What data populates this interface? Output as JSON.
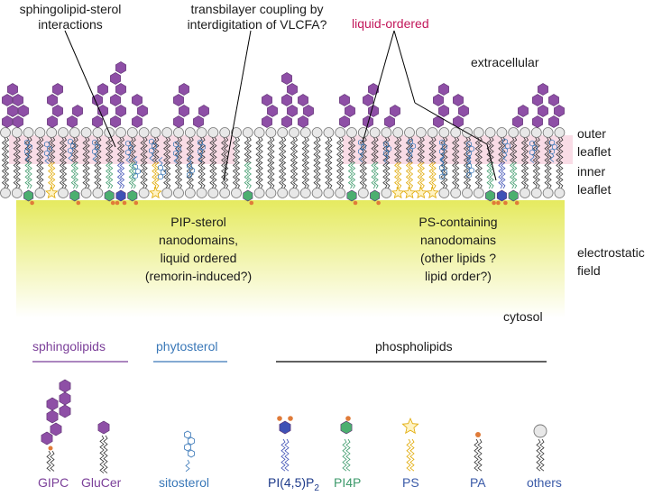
{
  "annotations": {
    "sphingolipid_sterol": "sphingolipid-sterol\ninteractions",
    "transbilayer": "transbilayer coupling by\ninterdigitation of VLCFA?",
    "liquid_ordered": "liquid-ordered",
    "extracellular": "extracellular",
    "outer_leaflet": "outer\nleaflet",
    "inner_leaflet": "inner\nleaflet",
    "pip_sterol": "PIP-sterol\nnanodomains,\nliquid ordered\n(remorin-induced?)",
    "ps_containing": "PS-containing\nnanodomains\n(other lipids ?\nlipid order?)",
    "electrostatic": "electrostatic\nfield",
    "cytosol": "cytosol"
  },
  "legend": {
    "sphingolipids": "sphingolipids",
    "phytosterol": "phytosterol",
    "phospholipids": "phospholipids",
    "items": {
      "gipc": "GIPC",
      "glucer": "GluCer",
      "sitosterol": "sitosterol",
      "pi45p2_main": "PI(4,5)P",
      "pi45p2_sub": "2",
      "pi4p": "PI4P",
      "ps": "PS",
      "pa": "PA",
      "others": "others"
    }
  },
  "colors": {
    "sugar": "#8e4fa6",
    "headgroup": "#e0e0e0",
    "phosphate": "#e07b39",
    "pi4p": "#4caf70",
    "pi45p2": "#3f51b5",
    "ps": "#f5c542",
    "sterol": "#3a78b8",
    "field": "#e8ec6a",
    "raft": "#f8c8d8"
  }
}
